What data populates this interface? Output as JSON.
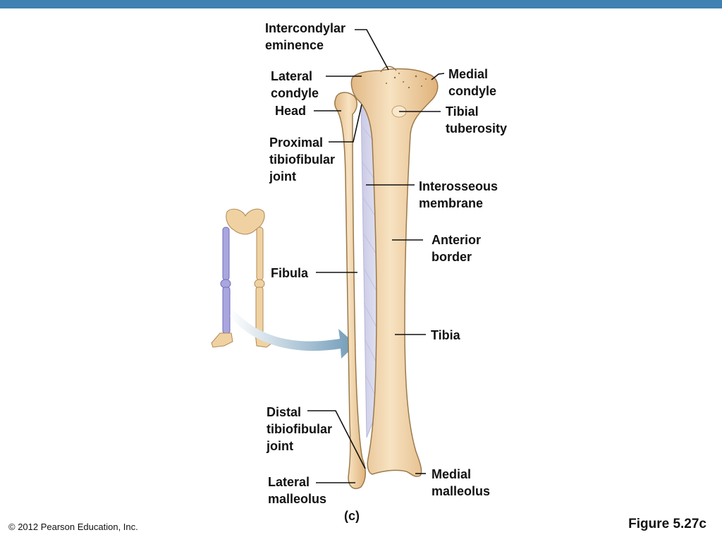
{
  "labels": {
    "intercondylar_eminence": [
      "Intercondylar",
      "eminence"
    ],
    "lateral_condyle": [
      "Lateral",
      "condyle"
    ],
    "head": "Head",
    "proximal_joint": [
      "Proximal",
      "tibiofibular",
      "joint"
    ],
    "medial_condyle": [
      "Medial",
      "condyle"
    ],
    "tibial_tuberosity": [
      "Tibial",
      "tuberosity"
    ],
    "interosseous_membrane": [
      "Interosseous",
      "membrane"
    ],
    "anterior_border": [
      "Anterior",
      "border"
    ],
    "fibula": "Fibula",
    "tibia": "Tibia",
    "distal_joint": [
      "Distal",
      "tibiofibular",
      "joint"
    ],
    "lateral_malleolus": [
      "Lateral",
      "malleolus"
    ],
    "medial_malleolus": [
      "Medial",
      "malleolus"
    ]
  },
  "panel": "(c)",
  "figure": "Figure 5.27c",
  "copyright": "© 2012 Pearson Education, Inc.",
  "colors": {
    "bone": "#f0d2a2",
    "bone_outline": "#9a7a4c",
    "membrane": "#d6d6ec",
    "highlight": "#9c9ad8",
    "arrow": "#7fa7c4",
    "top_bar": "#3f81b0"
  }
}
